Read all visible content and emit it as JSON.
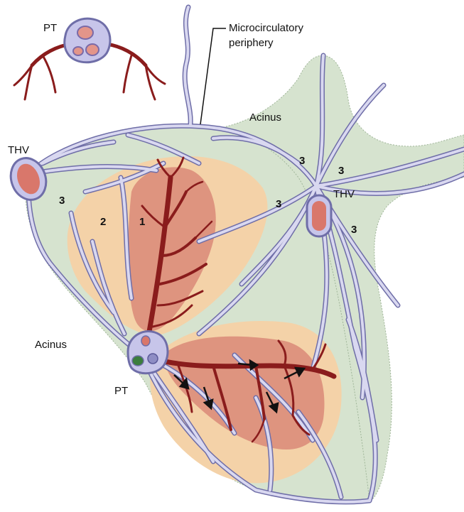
{
  "labels": {
    "pt_top": "PT",
    "microcirculatory_line1": "Microcirculatory",
    "microcirculatory_line2": "periphery",
    "acinus_top": "Acinus",
    "thv_left": "THV",
    "thv_right": "THV",
    "acinus_left": "Acinus",
    "pt_bottom": "PT",
    "zone_1": "1",
    "zone_2": "2",
    "zone_3a": "3",
    "zone_3b": "3",
    "zone_3c": "3",
    "zone_3d": "3",
    "zone_3e": "3"
  },
  "colors": {
    "parenchyma": "#d6e3cf",
    "zone2": "#f4d2a8",
    "zone1": "#d98a78",
    "artery": "#8a1c1c",
    "sinusoid": "#8e8dc4",
    "sinusoid_fill": "#d9d8f0",
    "vein_fill": "#d9776b"
  }
}
